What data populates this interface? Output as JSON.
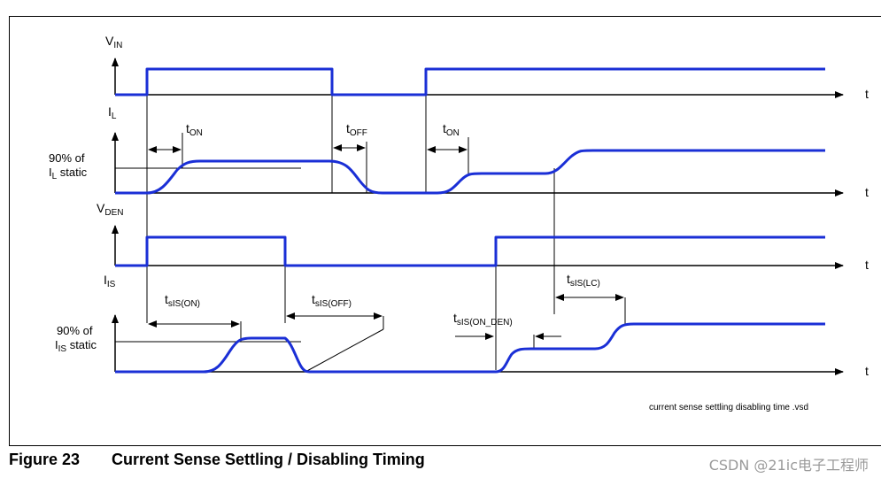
{
  "signals": {
    "vin": {
      "base": "V",
      "sub": "IN"
    },
    "il": {
      "base": "I",
      "sub": "L"
    },
    "vden": {
      "base": "V",
      "sub": "DEN"
    },
    "iis": {
      "base": "I",
      "sub": "IS"
    }
  },
  "time_axis_label": "t",
  "thresholds": {
    "il": {
      "line1": "90% of",
      "line2_base": "I",
      "line2_sub": "L",
      "line2_rest": " static"
    },
    "iis": {
      "line1": "90% of",
      "line2_base": "I",
      "line2_sub": "IS",
      "line2_rest": " static"
    }
  },
  "timing_labels": {
    "ton1": {
      "base": "t",
      "sub": "ON"
    },
    "toff": {
      "base": "t",
      "sub": "OFF"
    },
    "ton2": {
      "base": "t",
      "sub": "ON"
    },
    "tsis_on": {
      "base": "t",
      "sub": "sIS(ON)"
    },
    "tsis_off": {
      "base": "t",
      "sub": "sIS(OFF)"
    },
    "tsis_on_den": {
      "base": "t",
      "sub": "sIS(ON_DEN)"
    },
    "tsis_lc": {
      "base": "t",
      "sub": "sIS(LC)"
    }
  },
  "file_name": "current sense settling disabling time .vsd",
  "caption": {
    "number": "Figure 23",
    "title": "Current Sense Settling / Disabling Timing"
  },
  "watermark": "CSDN @21ic电子工程师",
  "colors": {
    "waveform": "#1a2fd6",
    "ink": "#000000"
  }
}
